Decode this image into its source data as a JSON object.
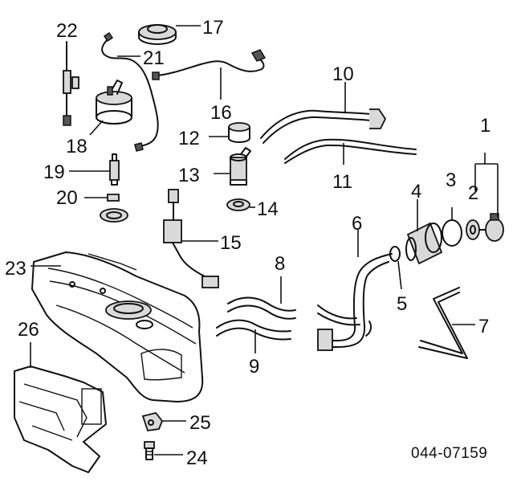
{
  "diagram": {
    "code": "044-07159",
    "callouts": {
      "c1": "1",
      "c2": "2",
      "c3": "3",
      "c4": "4",
      "c5": "5",
      "c6": "6",
      "c7": "7",
      "c8": "8",
      "c9": "9",
      "c10": "10",
      "c11": "11",
      "c12": "12",
      "c13": "13",
      "c14": "14",
      "c15": "15",
      "c16": "16",
      "c17": "17",
      "c18": "18",
      "c19": "19",
      "c20": "20",
      "c21": "21",
      "c22": "22",
      "c23": "23",
      "c24": "24",
      "c25": "25",
      "c26": "26"
    }
  }
}
